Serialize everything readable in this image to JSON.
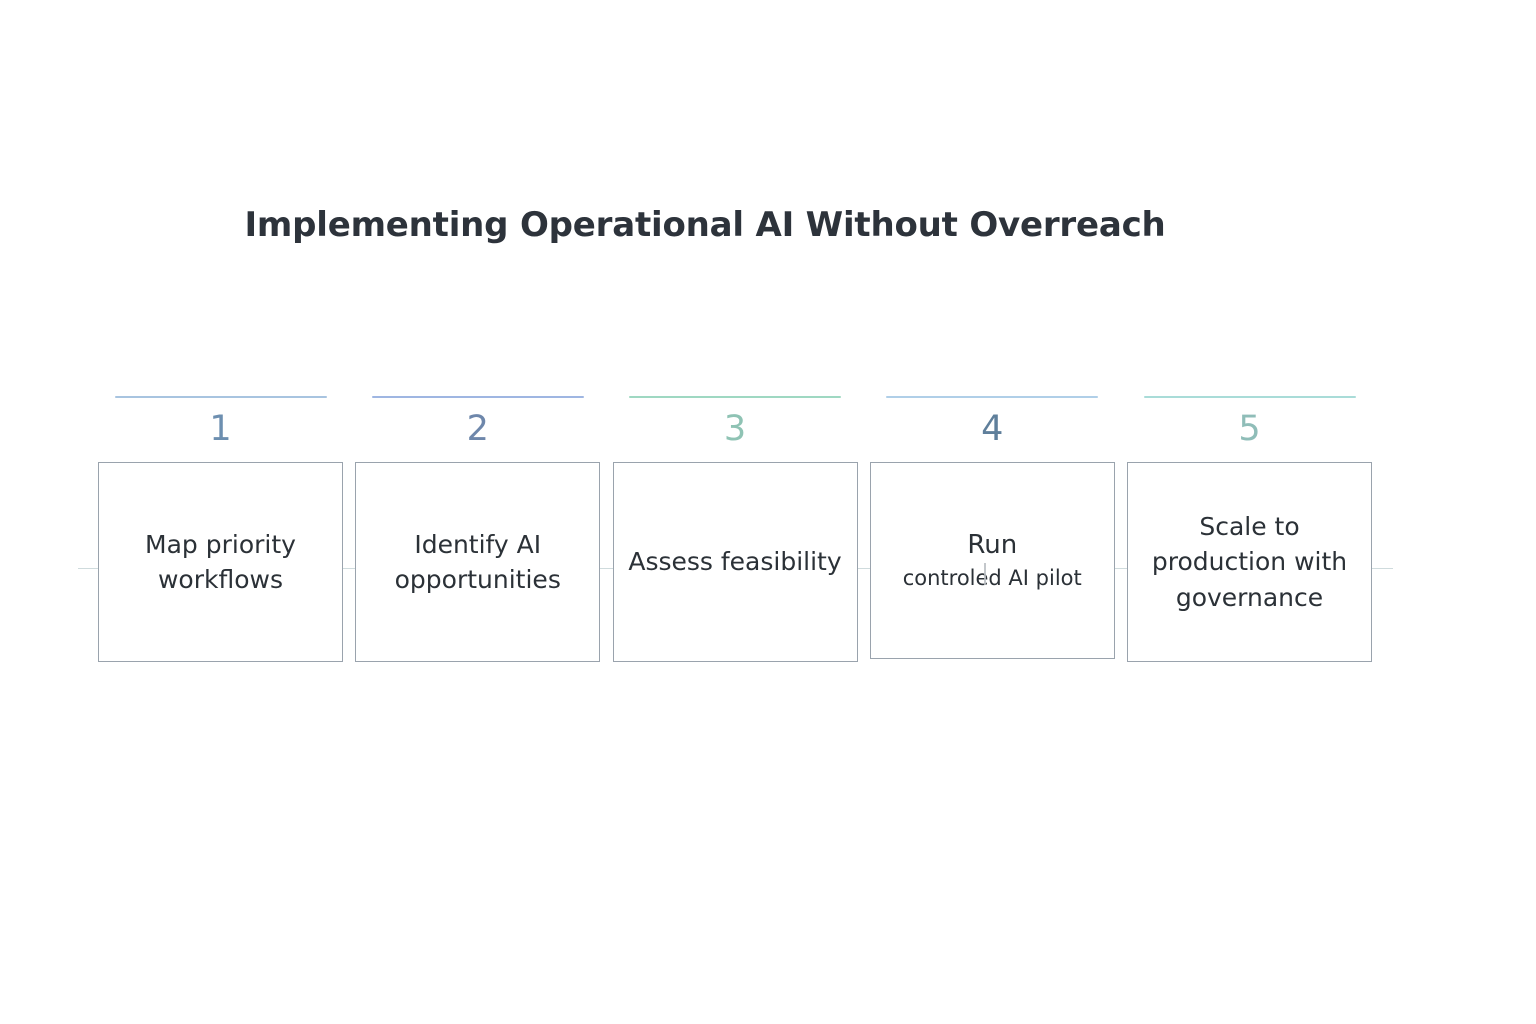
{
  "title": "Implementing Operational AI Without Overreach",
  "theme": {
    "background": "#ffffff",
    "title_color": "#2d333b",
    "text_color": "#2b3137",
    "box_border": "#9aa3ad",
    "connector_color": "#cfdbdd"
  },
  "steps": [
    {
      "number": "1",
      "label": "Map priority workflows",
      "accent": "#a8c4e0",
      "number_color": "#6d8fb0"
    },
    {
      "number": "2",
      "label": "Identify AI opportunities",
      "accent": "#9fb6e2",
      "number_color": "#6e87ab"
    },
    {
      "number": "3",
      "label": "Assess feasibility",
      "accent": "#9fd8c2",
      "number_color": "#8fc3b4"
    },
    {
      "number": "4",
      "label_lead": "Run",
      "label_sub": "controled AI pilot",
      "accent": "#b0cfe8",
      "number_color": "#5f7f9b"
    },
    {
      "number": "5",
      "label": "Scale to production with governance",
      "accent": "#a9dcd8",
      "number_color": "#8fbdb8"
    }
  ]
}
